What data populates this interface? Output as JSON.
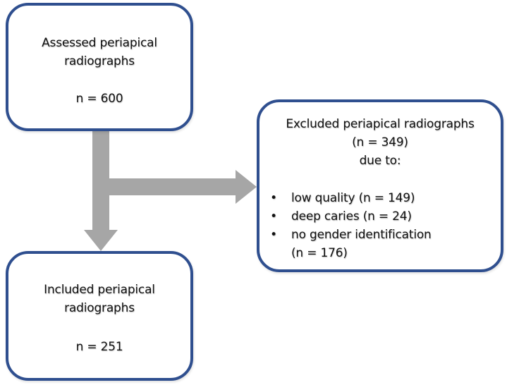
{
  "diagram": {
    "assessed": {
      "title_line1": "Assessed periapical",
      "title_line2": "radiographs",
      "count": "n = 600"
    },
    "excluded": {
      "title": "Excluded periapical radiographs",
      "count": "(n = 349)",
      "due_to": "due to:",
      "bullet_glyph": "•",
      "reasons": [
        {
          "text": "low quality (n = 149)"
        },
        {
          "text": "deep caries (n = 24)"
        },
        {
          "text": "no gender identification",
          "continuation": "(n = 176)"
        }
      ]
    },
    "included": {
      "title_line1": "Included periapical",
      "title_line2": "radiographs",
      "count": "n = 251"
    },
    "colors": {
      "box_border": "#2f4f8f",
      "arrow": "#a6a6a6"
    }
  }
}
